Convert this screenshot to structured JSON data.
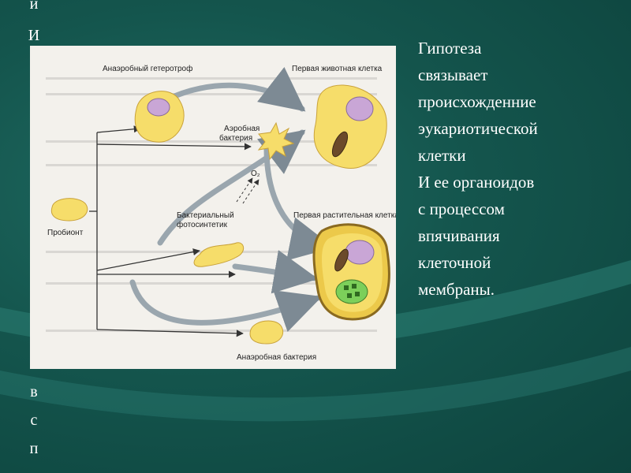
{
  "left_column": {
    "letters_top": [
      "и",
      "И"
    ],
    "letters_bottom": [
      "в",
      "с",
      "п"
    ]
  },
  "slide_text": {
    "lines": [
      "Гипотеза",
      "связывает",
      "происхожденние",
      "эукариотической",
      "клетки",
      "И ее органоидов",
      "с процессом",
      "впячивания",
      "клеточной",
      "мембраны."
    ]
  },
  "diagram": {
    "labels": {
      "anaerobic_heterotroph": "Анаэробный гетеротроф",
      "first_animal_cell": "Первая животная клетка",
      "aerobic_bacterium": "Аэробная бактерия",
      "o2": "O₂",
      "bacterial_photosynthetic": "Бактериальный фотосинтетик",
      "first_plant_cell": "Первая растительная клетка",
      "probiont": "Пробионт",
      "anaerobic_bacterium": "Анаэробная бактерия"
    }
  },
  "colors": {
    "background": "#14554d",
    "text": "#ffffff",
    "cell_fill": "#f6dd6a",
    "nucleus": "#c9a6d6",
    "chloroplast": "#7ccf5a"
  }
}
